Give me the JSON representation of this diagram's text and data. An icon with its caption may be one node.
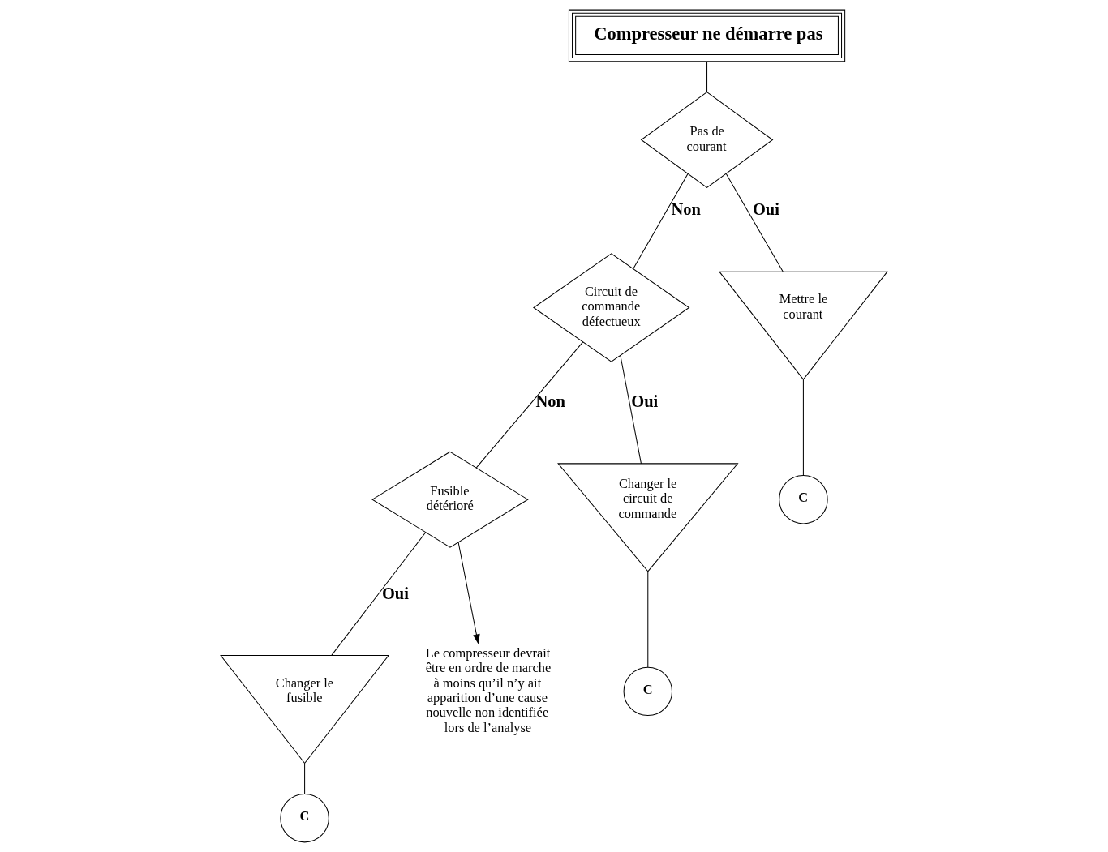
{
  "diagram": {
    "nodes": [
      {
        "text": [
          "Compresseur ne démarre pas"
        ]
      },
      {
        "text": [
          "Pas de courant"
        ]
      },
      {
        "text": [
          "Circuit de commande défectueux"
        ]
      },
      {
        "text": [
          "Mettre le courant"
        ]
      },
      {
        "text": [
          "Fusible détérioré"
        ]
      },
      {
        "text": [
          "Changer le circuit de commande"
        ]
      },
      {
        "text": [
          "C"
        ]
      },
      {
        "text": [
          "Changer le fusible"
        ]
      },
      {
        "text": [
          "C"
        ]
      },
      {
        "text": [
          "Le compresseur devrait être en ordre de marche à moins qu’il n’y ait apparition d’une cause nouvelle non identifiée lors de l’analyse"
        ]
      },
      {
        "text": [
          "C"
        ]
      }
    ],
    "edges": [
      {
        "from": 0,
        "to": 1,
        "arrow": "none"
      },
      {
        "from": 1,
        "to": 2,
        "arrow": "none",
        "label": "Non"
      },
      {
        "from": 1,
        "to": 3,
        "arrow": "none",
        "label": "Oui"
      },
      {
        "from": 2,
        "to": 4,
        "arrow": "none",
        "label": "Non"
      },
      {
        "from": 2,
        "to": 5,
        "arrow": "none",
        "label": "Oui"
      },
      {
        "from": 3,
        "to": 6,
        "arrow": "none"
      },
      {
        "from": 4,
        "to": 9,
        "arrow": "to"
      },
      {
        "from": 4,
        "to": 7,
        "arrow": "none",
        "label": "Oui"
      },
      {
        "from": 5,
        "to": 8,
        "arrow": "none"
      },
      {
        "from": 7,
        "to": 10,
        "arrow": "none"
      }
    ]
  }
}
